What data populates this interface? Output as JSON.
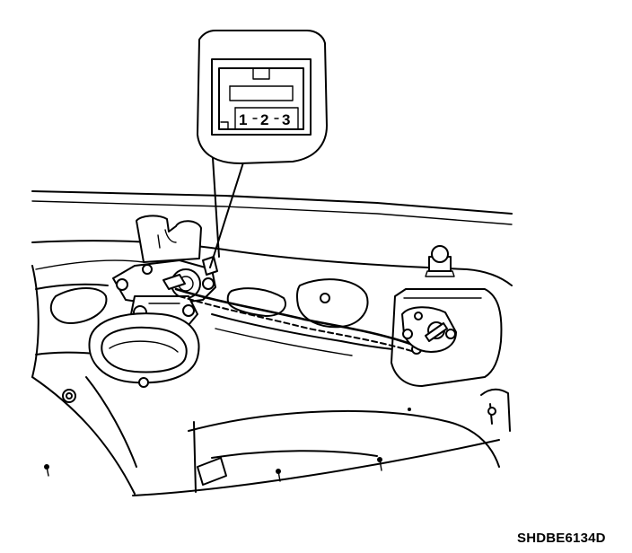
{
  "connector": {
    "pins": [
      "1",
      "2",
      "3"
    ]
  },
  "figure_code": "SHDBE6134D"
}
